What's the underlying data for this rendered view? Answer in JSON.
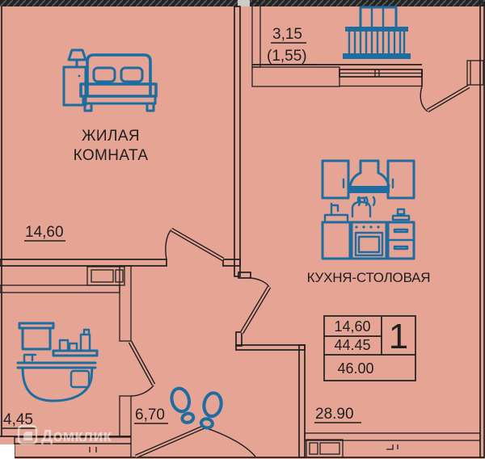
{
  "colors": {
    "background": "#e6a494",
    "line": "#1f1f1f",
    "icon_blue": "#1d6da1",
    "wall_hatch": "#9b5848",
    "stipple": "#a05a49",
    "top_cut_band": "#232323",
    "watermark": "#ffffff"
  },
  "rooms": {
    "living": {
      "name_line1": "ЖИЛАЯ",
      "name_line2": "КОМНАТА",
      "area": "14,60"
    },
    "kitchen": {
      "name": "КУХНЯ-СТОЛОВАЯ",
      "area": "28.90"
    },
    "bathroom": {
      "area": "4,45"
    },
    "hallway": {
      "area": "6,70"
    },
    "balcony": {
      "area": "3,15",
      "area_coefficient": "(1,55)"
    }
  },
  "info_table": {
    "living_area": "14,60",
    "area_without_balcony": "44.45",
    "total_area": "46.00",
    "room_count": "1"
  },
  "icons": {
    "living": "bed-icon",
    "kitchen": "kitchen-units-icon",
    "bathroom": "bathtub-icon",
    "hallway": "footprints-icon",
    "balcony": "balcony-railing-icon",
    "watermark": "domclick-logo-icon"
  },
  "watermark": {
    "brand": "Домклик"
  }
}
